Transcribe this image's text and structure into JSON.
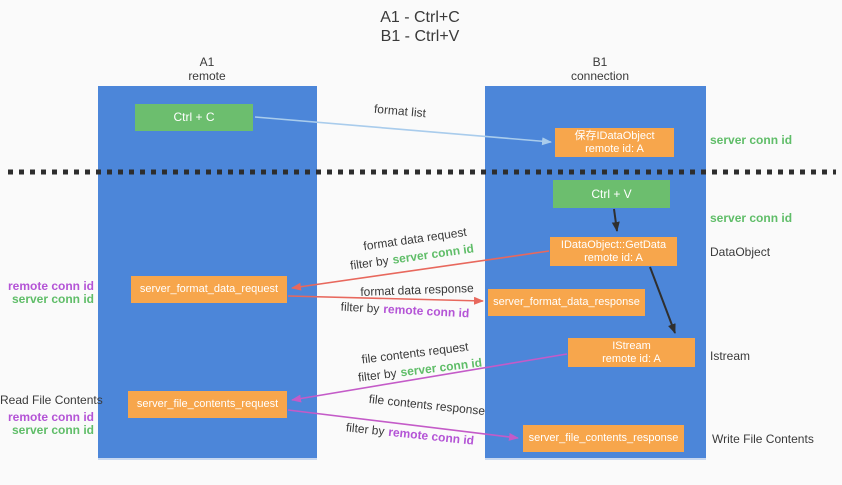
{
  "title": {
    "line1": "A1 - Ctrl+C",
    "line2": "B1 - Ctrl+V"
  },
  "columns": {
    "left": {
      "name": "A1",
      "role": "remote"
    },
    "right": {
      "name": "B1",
      "role": "connection"
    }
  },
  "boxes": {
    "ctrl_c": {
      "label": "Ctrl + C"
    },
    "save_dataobject": {
      "line1": "保存IDataObject",
      "line2": "remote id: A"
    },
    "ctrl_v": {
      "label": "Ctrl + V"
    },
    "getdata": {
      "line1": "IDataObject::GetData",
      "line2": "remote id: A"
    },
    "format_request": {
      "label": "server_format_data_request"
    },
    "format_response": {
      "label": "server_format_data_response"
    },
    "istream": {
      "line1": "IStream",
      "line2": "remote id: A"
    },
    "file_request": {
      "label": "server_file_contents_request"
    },
    "file_response": {
      "label": "server_file_contents_response"
    }
  },
  "arrow_labels": {
    "format_list": "format list",
    "format_data_request": "format data request",
    "format_data_response": "format data response",
    "file_contents_request": "file contents request",
    "file_contents_response": "file contents response",
    "filter_by": "filter by",
    "server_conn_id": "server conn id",
    "remote_conn_id": "remote conn id"
  },
  "left_annotations": {
    "group1_remote": "remote conn id",
    "group1_server": "server conn id",
    "read_file": "Read File Contents",
    "group2_remote": "remote conn id",
    "group2_server": "server conn id"
  },
  "right_annotations": {
    "server_conn_top": "server conn id",
    "server_conn_mid": "server conn id",
    "dataobject": "DataObject",
    "istream": "Istream",
    "write_file": "Write File Contents"
  },
  "colors": {
    "background": "#fafafa",
    "column_blue": "#4C86D9",
    "box_green": "#6CBE6E",
    "box_orange": "#F7A64C",
    "text_green": "#5FBD68",
    "text_purple": "#B454D6",
    "text_dark": "#3A3A3A",
    "arrow_red": "#E8685D",
    "arrow_magenta": "#C45BC8",
    "arrow_blue": "#A9CCEC",
    "arrow_black": "#2F2F2F",
    "dotted_line": "#2D2D2D"
  }
}
